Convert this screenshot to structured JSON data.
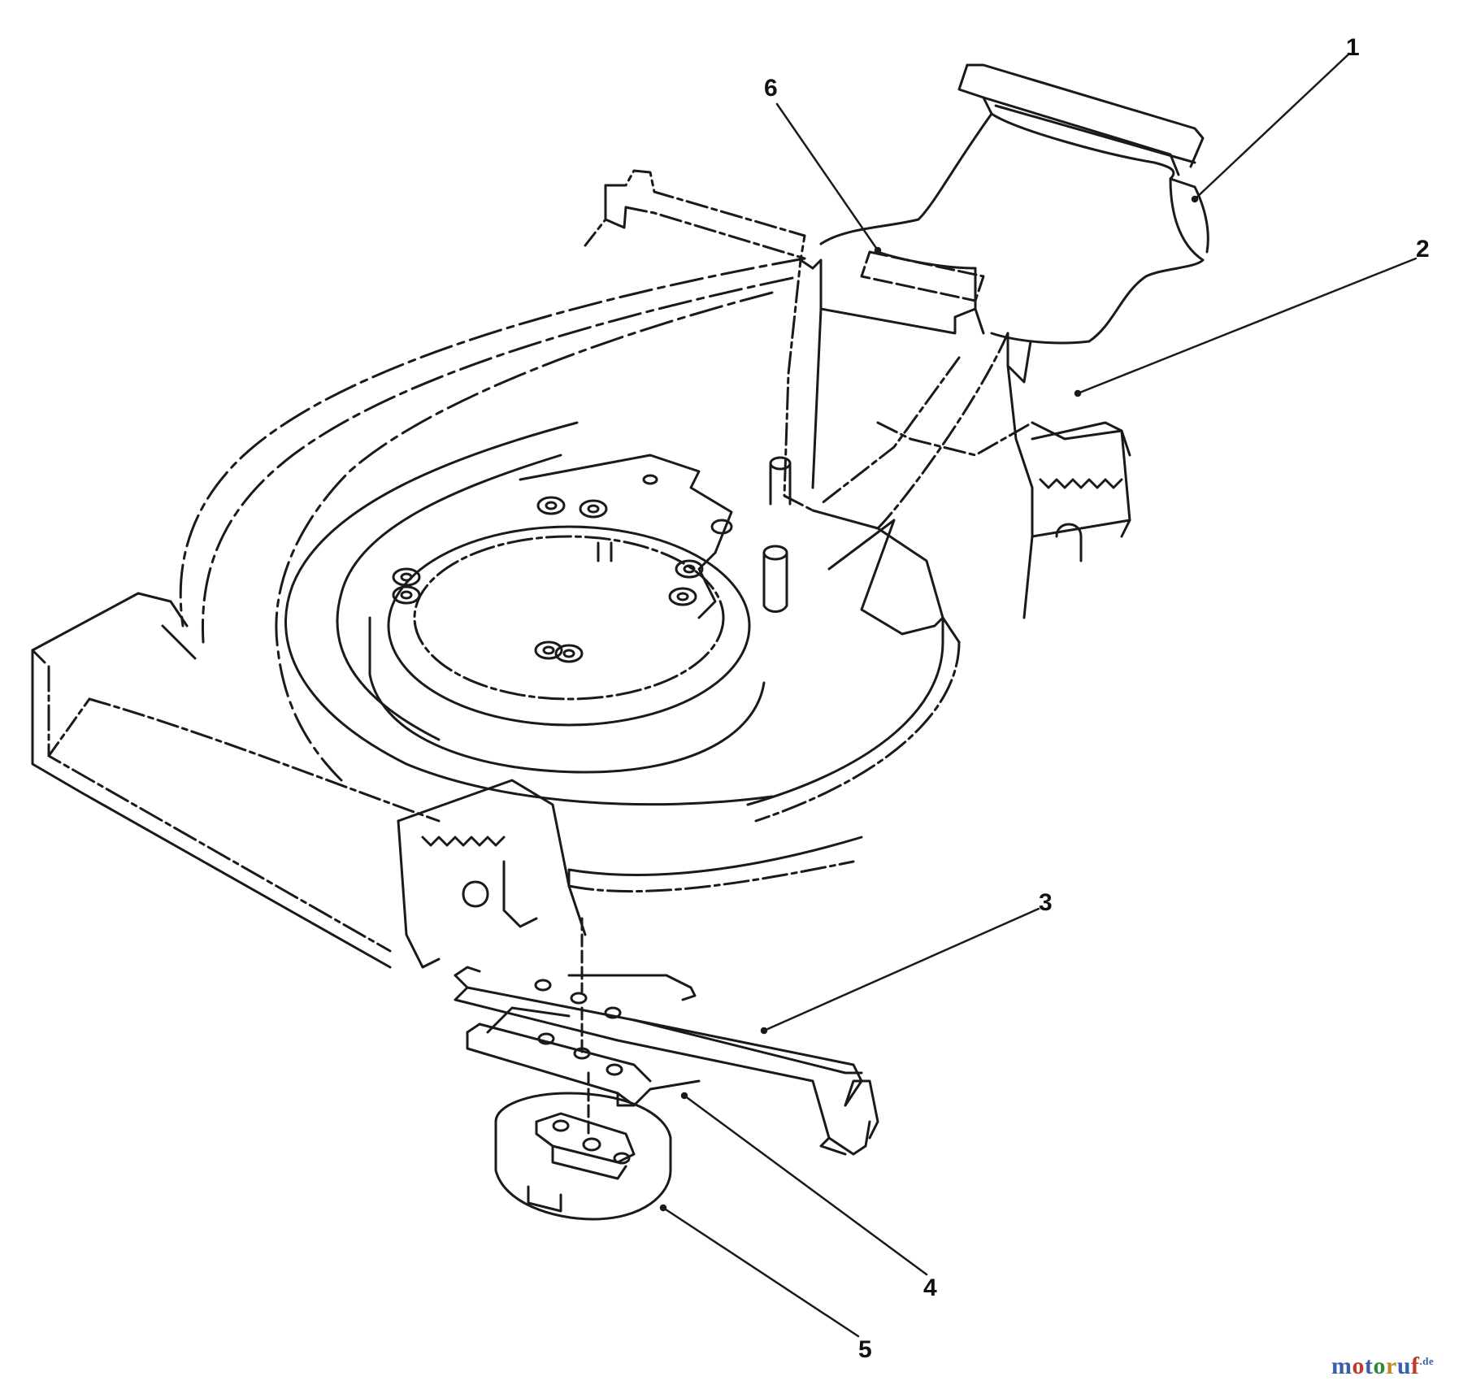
{
  "callouts": {
    "part_1": "1",
    "part_2": "2",
    "part_3": "3",
    "part_4": "4",
    "part_5": "5",
    "part_6": "6"
  },
  "watermark": {
    "text": "motoruf",
    "suffix": ".de"
  },
  "colors": {
    "line": "#1a1a1a",
    "background": "#ffffff"
  }
}
